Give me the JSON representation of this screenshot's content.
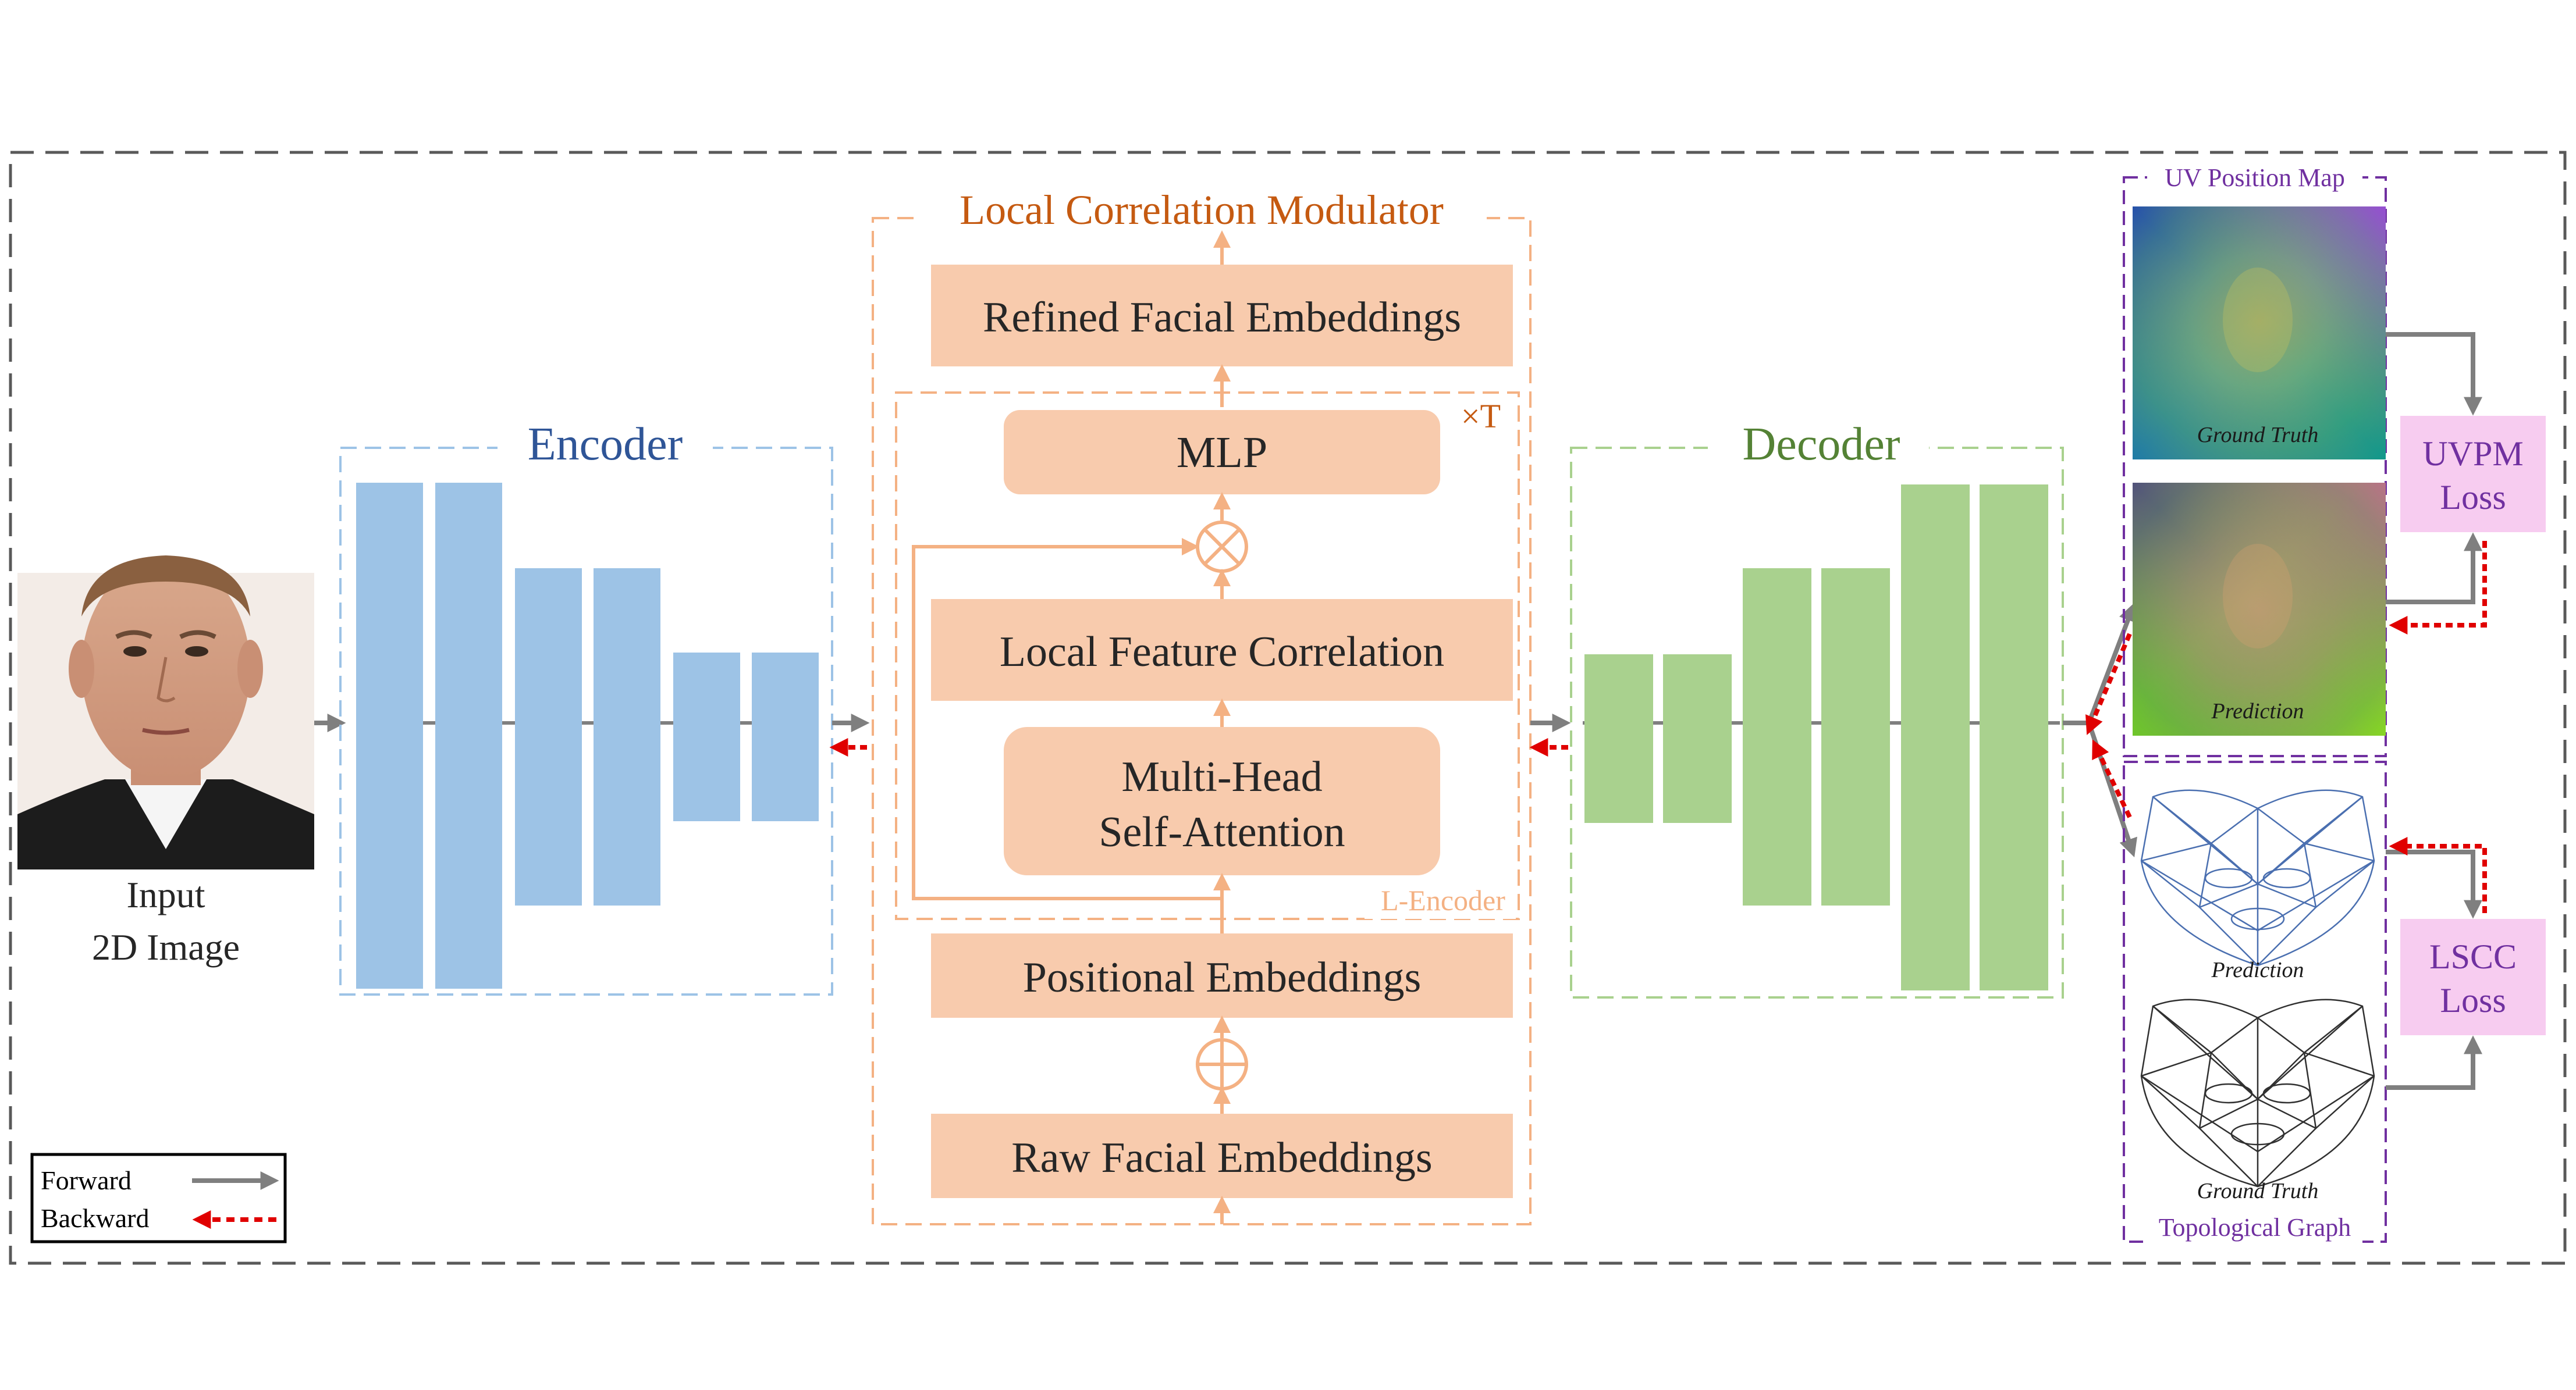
{
  "input": {
    "label_line1": "Input",
    "label_line2": "2D Image"
  },
  "encoder": {
    "title": "Encoder"
  },
  "decoder": {
    "title": "Decoder"
  },
  "lcm": {
    "title": "Local Correlation Modulator",
    "repeat": "×T",
    "inner_label": "L-Encoder",
    "refined": "Refined Facial Embeddings",
    "mlp": "MLP",
    "local_corr": "Local Feature Correlation",
    "mhsa_line1": "Multi-Head",
    "mhsa_line2": "Self-Attention",
    "positional": "Positional Embeddings",
    "raw": "Raw Facial Embeddings",
    "multiply_icon": "circle-times-icon",
    "add_icon": "circle-plus-icon"
  },
  "uv_map": {
    "title": "UV Position Map",
    "gt_label": "Ground Truth",
    "pred_label": "Prediction"
  },
  "topo": {
    "title": "Topological Graph",
    "pred_label": "Prediction",
    "gt_label": "Ground Truth"
  },
  "uvpm_loss": {
    "line1": "UVPM",
    "line2": "Loss"
  },
  "lscc_loss": {
    "line1": "LSCC",
    "line2": "Loss"
  },
  "legend": {
    "forward": "Forward",
    "backward": "Backward"
  },
  "colors": {
    "encoder": "#9dc3e6",
    "decoder": "#a9d18e",
    "lcm_fill": "#f8cbad",
    "lcm_line": "#f4b183",
    "lcm_title": "#c55a11",
    "encoder_title": "#2f5597",
    "decoder_title": "#548235",
    "loss_fill": "#f7ccf0",
    "purple": "#7030a0",
    "forward": "#7f7f7f",
    "backward": "#e00000"
  }
}
